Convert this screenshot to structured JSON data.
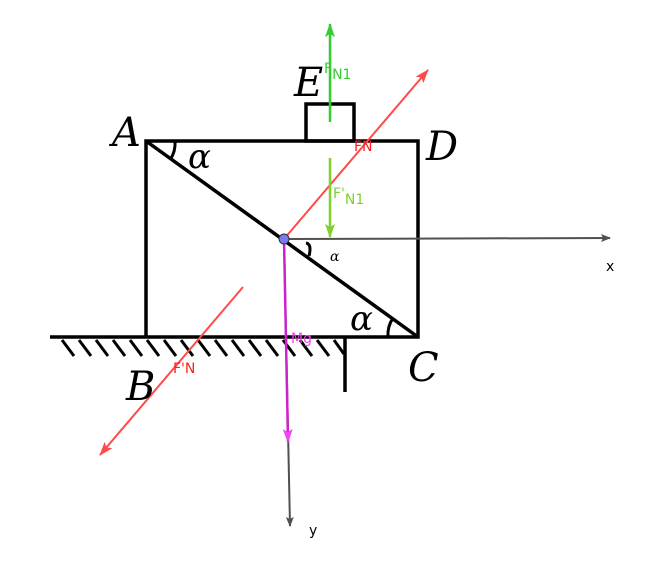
{
  "points": {
    "A": "A",
    "B": "B",
    "C": "C",
    "D": "D",
    "E": "E"
  },
  "angles": {
    "alpha_top": "α",
    "alpha_bottom": "α",
    "alpha_small": "α"
  },
  "axes": {
    "x": "x",
    "y": "y"
  },
  "forces": {
    "fn1_main": "F",
    "fn1_sub": "N1",
    "fn1p_main": "F'",
    "fn1p_sub": "N1",
    "fn": "FN",
    "fnp": "F'N",
    "mg": "Mg"
  },
  "colors": {
    "red": "#ff4a4a",
    "green": "#33cc33",
    "lightgreen": "#80d030",
    "magenta": "#cc22cc",
    "axis": "#505050",
    "point": "#7b7bef"
  }
}
